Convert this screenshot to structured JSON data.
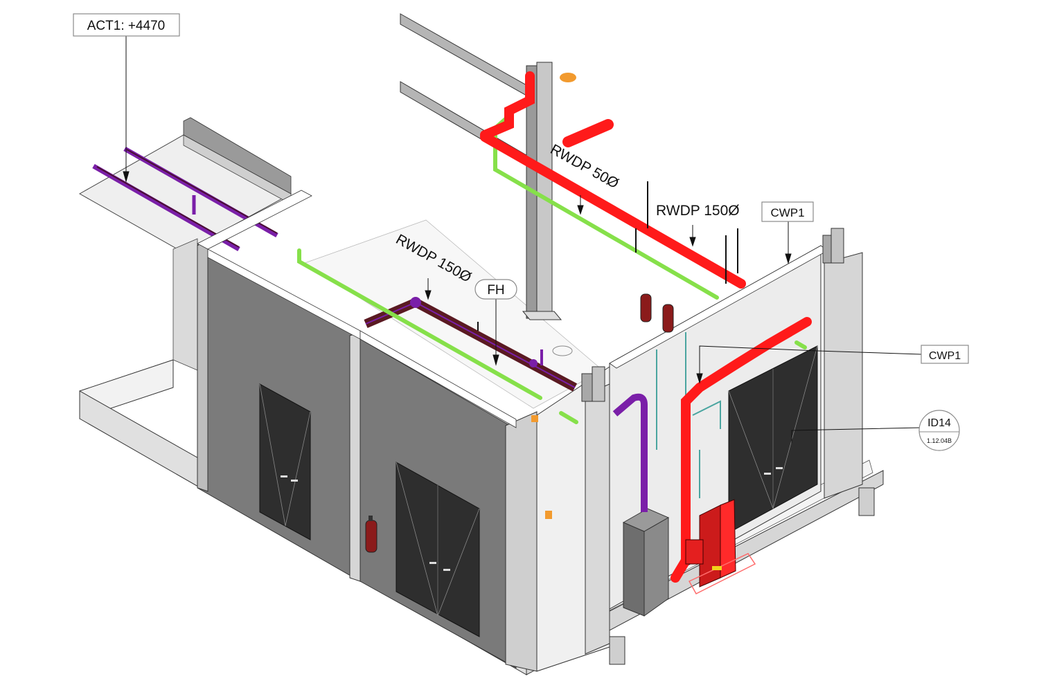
{
  "labels": {
    "act1": "ACT1: +4470",
    "rwdp150_left": "RWDP 150Ø",
    "fh": "FH",
    "rwdp50": "RWDP 50Ø",
    "rwdp150_right": "RWDP 150Ø",
    "cwp1_top": "CWP1",
    "cwp1_right": "CWP1",
    "id14": "ID14",
    "id14_sub": "1.12.04B"
  },
  "colors": {
    "fire_pipe": "#ff1a1a",
    "green_pipe": "#86e04a",
    "drain_pipe": "#5a1a22",
    "purple_pipe": "#7a1fa8",
    "wall_dark": "#7b7b7b",
    "wall_light": "#ececec",
    "door": "#2e2e2e",
    "accent_orange": "#f29a2e"
  }
}
